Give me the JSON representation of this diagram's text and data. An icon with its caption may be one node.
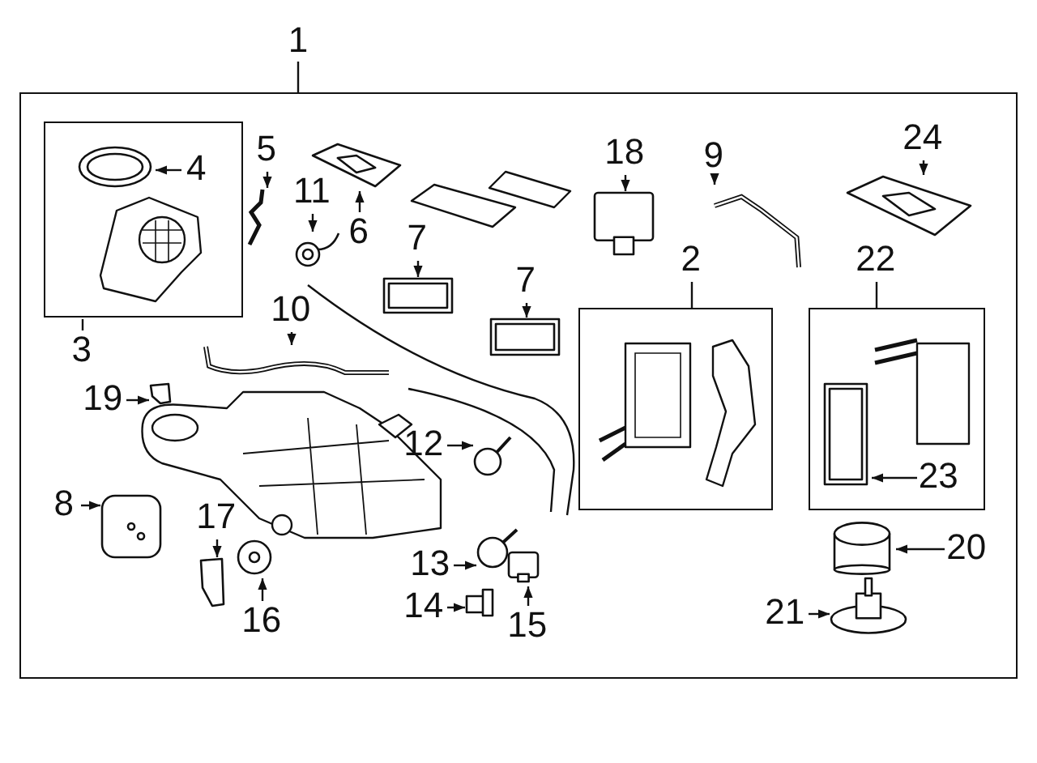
{
  "diagram": {
    "nodes": [
      {
        "text": [],
        "shape": "box"
      },
      {
        "text": [
          "1"
        ]
      },
      {
        "text": [],
        "shape": "box",
        "in": 0
      },
      {
        "text": [
          "3"
        ],
        "in": 0
      },
      {
        "text": [],
        "shape": "box",
        "in": 0
      },
      {
        "text": [
          "2"
        ],
        "in": 0
      },
      {
        "text": [],
        "shape": "box",
        "in": 0
      },
      {
        "text": [
          "22"
        ],
        "in": 0
      },
      {
        "text": [
          "4"
        ],
        "in": 2
      },
      {
        "text": [],
        "shape": "picture",
        "in": 2
      },
      {
        "text": [
          "5"
        ],
        "in": 0
      },
      {
        "text": [],
        "shape": "picture",
        "in": 0
      },
      {
        "text": [
          "11"
        ],
        "in": 0
      },
      {
        "text": [],
        "shape": "picture",
        "in": 0
      },
      {
        "text": [
          "6"
        ],
        "in": 0
      },
      {
        "text": [],
        "shape": "picture",
        "in": 0
      },
      {
        "text": [
          "7"
        ],
        "in": 0
      },
      {
        "text": [],
        "shape": "picture",
        "in": 0
      },
      {
        "text": [
          "7"
        ],
        "in": 0
      },
      {
        "text": [],
        "shape": "picture",
        "in": 0
      },
      {
        "text": [
          "18"
        ],
        "in": 0
      },
      {
        "text": [],
        "shape": "box",
        "in": 0
      },
      {
        "text": [
          "9"
        ],
        "in": 0
      },
      {
        "text": [],
        "shape": "picture",
        "in": 0
      },
      {
        "text": [
          "24"
        ],
        "in": 0
      },
      {
        "text": [],
        "shape": "picture",
        "in": 0
      },
      {
        "text": [
          "10"
        ],
        "in": 0
      },
      {
        "text": [],
        "shape": "picture",
        "in": 0
      },
      {
        "text": [
          "19"
        ],
        "in": 0
      },
      {
        "text": [],
        "shape": "box",
        "in": 0
      },
      {
        "text": [
          "12"
        ],
        "in": 0
      },
      {
        "text": [],
        "shape": "circle",
        "in": 0
      },
      {
        "text": [
          "8"
        ],
        "in": 0
      },
      {
        "text": [],
        "shape": "picture",
        "in": 0
      },
      {
        "text": [
          "17"
        ],
        "in": 0
      },
      {
        "text": [],
        "shape": "box",
        "in": 0
      },
      {
        "text": [
          "13"
        ],
        "in": 0
      },
      {
        "text": [],
        "shape": "circle",
        "in": 0
      },
      {
        "text": [
          "16"
        ],
        "in": 0
      },
      {
        "text": [],
        "shape": "picture",
        "in": 0
      },
      {
        "text": [
          "14"
        ],
        "in": 0
      },
      {
        "text": [],
        "shape": "picture",
        "in": 0
      },
      {
        "text": [
          "15"
        ],
        "in": 0
      },
      {
        "text": [],
        "shape": "box",
        "in": 0
      },
      {
        "text": [
          "23"
        ],
        "in": 6
      },
      {
        "text": [],
        "shape": "picture",
        "in": 6
      },
      {
        "text": [
          "20"
        ],
        "in": 0
      },
      {
        "text": [],
        "shape": "cylinder",
        "in": 0
      },
      {
        "text": [
          "21"
        ],
        "in": 0
      },
      {
        "text": [],
        "shape": "picture",
        "in": 0
      }
    ],
    "edges": [
      {
        "from": 1,
        "to": 0,
        "arrow": "none"
      },
      {
        "from": 3,
        "to": 2,
        "arrow": "none"
      },
      {
        "from": 5,
        "to": 4,
        "arrow": "none"
      },
      {
        "from": 7,
        "to": 6,
        "arrow": "none"
      },
      {
        "from": 8,
        "to": 9,
        "arrow": "to"
      },
      {
        "from": 10,
        "to": 11,
        "arrow": "to"
      },
      {
        "from": 12,
        "to": 13,
        "arrow": "to"
      },
      {
        "from": 14,
        "to": 15,
        "arrow": "to"
      },
      {
        "from": 16,
        "to": 17,
        "arrow": "to"
      },
      {
        "from": 18,
        "to": 19,
        "arrow": "to"
      },
      {
        "from": 20,
        "to": 21,
        "arrow": "to"
      },
      {
        "from": 22,
        "to": 23,
        "arrow": "to"
      },
      {
        "from": 24,
        "to": 25,
        "arrow": "to"
      },
      {
        "from": 26,
        "to": 27,
        "arrow": "to"
      },
      {
        "from": 28,
        "to": 29,
        "arrow": "to"
      },
      {
        "from": 30,
        "to": 31,
        "arrow": "to"
      },
      {
        "from": 32,
        "to": 33,
        "arrow": "to"
      },
      {
        "from": 34,
        "to": 35,
        "arrow": "to"
      },
      {
        "from": 36,
        "to": 37,
        "arrow": "to"
      },
      {
        "from": 38,
        "to": 39,
        "arrow": "to"
      },
      {
        "from": 40,
        "to": 41,
        "arrow": "to"
      },
      {
        "from": 42,
        "to": 43,
        "arrow": "to"
      },
      {
        "from": 44,
        "to": 45,
        "arrow": "to"
      },
      {
        "from": 46,
        "to": 47,
        "arrow": "to"
      },
      {
        "from": 48,
        "to": 49,
        "arrow": "to"
      }
    ]
  }
}
